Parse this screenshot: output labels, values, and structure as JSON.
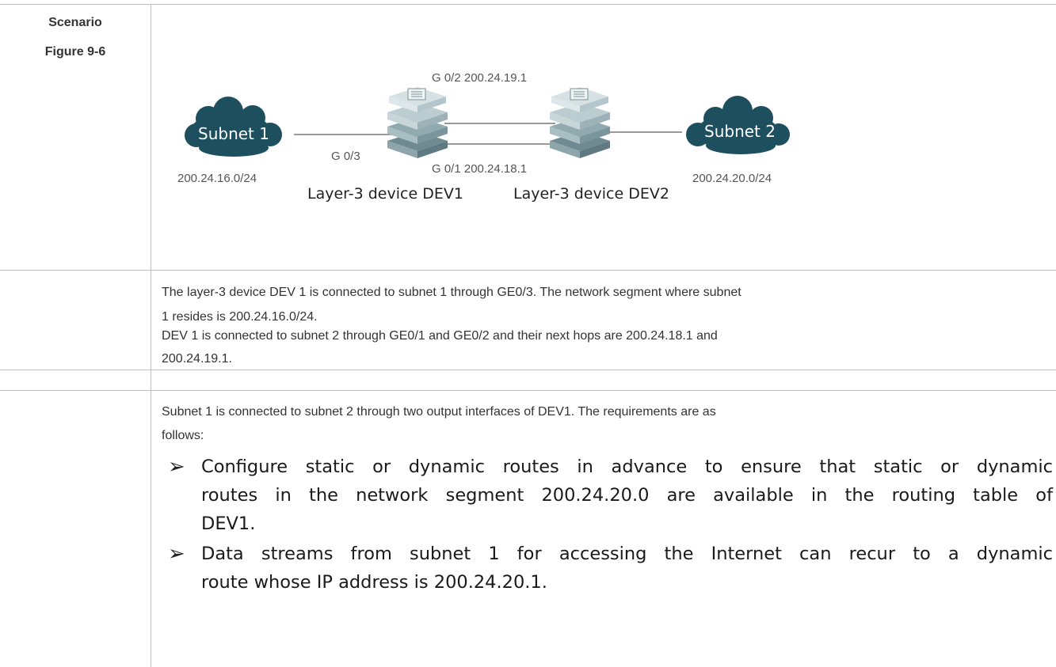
{
  "labels": {
    "scenario": "Scenario",
    "figure": "Figure 9-6"
  },
  "diagram": {
    "subnet1": "Subnet 1",
    "subnet2": "Subnet 2",
    "subnet1_addr": "200.24.16.0/24",
    "subnet2_addr": "200.24.20.0/24",
    "port_g03": "G 0/3",
    "link_g02": "G 0/2 200.24.19.1",
    "link_g01": "G 0/1 200.24.18.1",
    "dev1": "Layer-3 device DEV1",
    "dev2": "Layer-3 device DEV2"
  },
  "description": {
    "line1": "The layer-3 device DEV 1 is connected to subnet 1 through GE0/3. The network segment where subnet",
    "line2": "1 resides is 200.24.16.0/24.",
    "line3": "DEV 1 is connected to subnet 2 through GE0/1 and GE0/2 and their next hops are 200.24.18.1 and",
    "line4": "200.24.19.1."
  },
  "requirements": {
    "intro1": "Subnet 1 is connected to subnet 2 through two output interfaces of DEV1. The requirements are as",
    "intro2": "follows:",
    "bullet_symbol": "➢",
    "item1_l1": "Configure static or dynamic routes in advance to ensure that static or dynamic",
    "item1_l2": "routes in the network segment 200.24.20.0 are available in the routing table of",
    "item1_l3": "DEV1.",
    "item2_l1": "Data streams from subnet 1 for accessing the Internet can recur to a dynamic",
    "item2_l2": "route whose IP address is 200.24.20.1."
  },
  "colors": {
    "cloud": "#1d4f5e",
    "device": "#a7bcc2",
    "grid": "#bfbfbf",
    "text": "#333333"
  }
}
